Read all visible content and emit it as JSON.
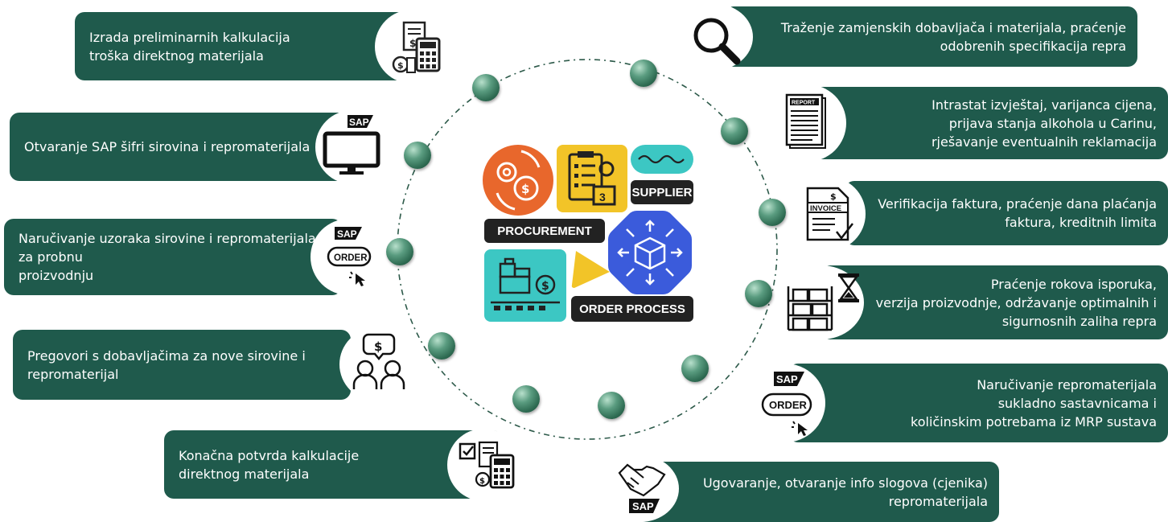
{
  "center": {
    "procurement_label": "PROCUREMENT",
    "supplier_label": "SUPPLIER",
    "order_process_label": "ORDER PROCESS",
    "calendar_number": "3"
  },
  "icon_labels": {
    "sap": "SAP",
    "order": "ORDER",
    "report": "REPORT",
    "invoice": "INVOICE"
  },
  "left_boxes": [
    {
      "text": "Izrada preliminarnih kalkulacija\ntroška direktnog materijala",
      "icon": "calculator-dollar-icon"
    },
    {
      "text": "Otvaranje SAP šifri sirovina i repromaterijala",
      "icon": "sap-monitor-icon"
    },
    {
      "text": "Naručivanje uzoraka sirovine i repromaterijala\nza probnu\nproizvodnju",
      "icon": "sap-order-icon"
    },
    {
      "text": "Pregovori s dobavljačima za nove sirovine i\nrepromaterijal",
      "icon": "negotiation-icon"
    },
    {
      "text": "Konačna potvrda kalkulacije\ndirektnog materijala",
      "icon": "checked-calculator-icon"
    }
  ],
  "right_boxes": [
    {
      "text": "Traženje zamjenskih dobavljača i materijala, praćenje\nodobrenih specifikacija repra",
      "icon": "magnifier-icon"
    },
    {
      "text": "Intrastat izvještaj, varijanca cijena,\nprijava stanja alkohola u Carinu,\nrješavanje eventualnih reklamacija",
      "icon": "report-icon"
    },
    {
      "text": "Verifikacija faktura, praćenje dana plaćanja\nfaktura, kreditnih limita",
      "icon": "invoice-icon"
    },
    {
      "text": "Praćenje rokova isporuka,\nverzija proizvodnje, održavanje optimalnih i\nsigurnosnih zaliha repra",
      "icon": "warehouse-hourglass-icon"
    },
    {
      "text": "Naručivanje repromaterijala\nsukladno sastavnicama i\nkoličinskim potrebama iz MRP sustava",
      "icon": "sap-order-icon"
    },
    {
      "text": "Ugovaranje, otvaranje info slogova (cjenika)\nrepromaterijala",
      "icon": "handshake-sap-icon"
    }
  ],
  "colors": {
    "box": "#1f5a4c",
    "procurement_orange": "#e8672c",
    "yellow": "#f2c428",
    "teal": "#3cc7c3",
    "blue": "#3b5bdb",
    "node_green": "#3f8468"
  }
}
